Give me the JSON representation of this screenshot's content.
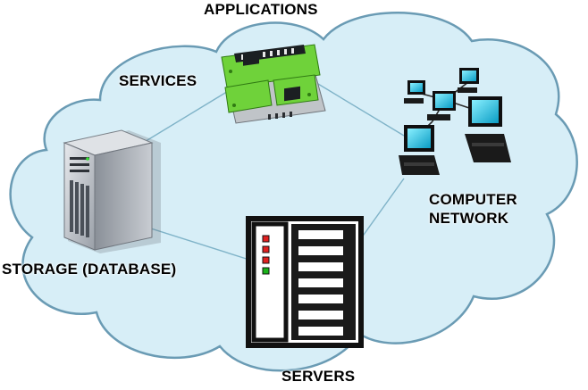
{
  "diagram": {
    "labels": {
      "applications": "APPLICATIONS",
      "services": "SERVICES",
      "computer_network_line1": "COMPUTER",
      "computer_network_line2": "NETWORK",
      "storage": "STORAGE (DATABASE)",
      "servers": "SERVERS"
    },
    "colors": {
      "cloud_fill": "#d7eef7",
      "cloud_stroke": "#6a9bb4",
      "connector": "#7fb3c8",
      "label_text": "#000000",
      "server_frame": "#111111",
      "server_face": "#ffffff",
      "indicator_red": "#e02020",
      "indicator_green": "#19b319",
      "app_green": "#6fd23a",
      "monitor_screen": "#27c8e8",
      "tower_silver": "#b9bec4"
    },
    "icons": [
      "storage-tower-icon",
      "applications-circuit-icon",
      "computer-network-icon",
      "server-rack-icon"
    ]
  }
}
